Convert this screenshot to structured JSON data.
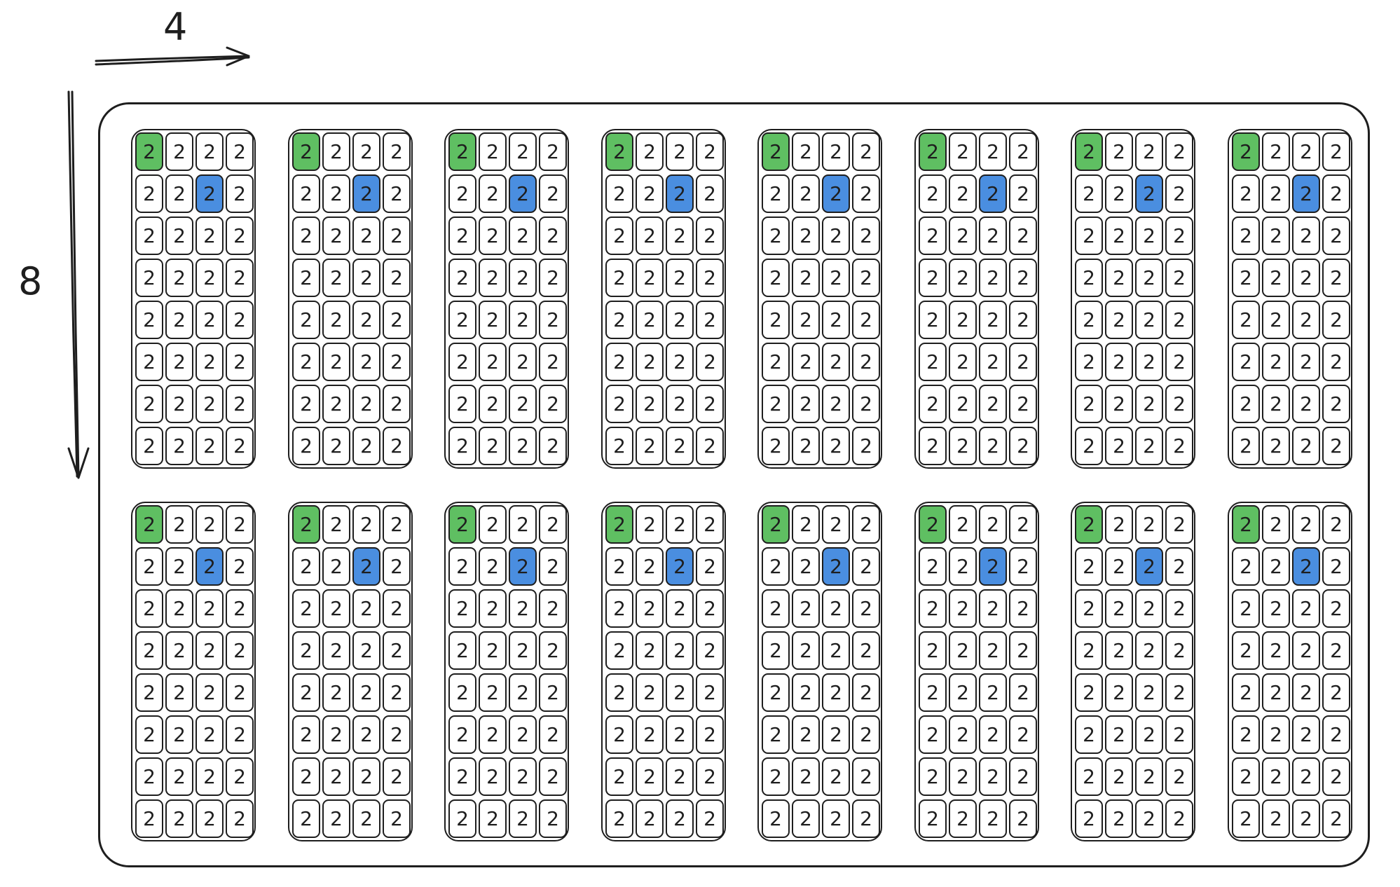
{
  "labels": {
    "columns_count": "4",
    "rows_count": "8"
  },
  "colors": {
    "first_cell": "#5fbf62",
    "highlight_cell": "#4a8ee0",
    "outline": "#1e1e1e"
  },
  "grid": {
    "block_rows": 2,
    "blocks_per_row": 8,
    "cells_per_block_rows": 8,
    "cells_per_block_cols": 4,
    "cell_value": "2",
    "green_cell": {
      "row": 1,
      "col": 1
    },
    "blue_cell": {
      "row": 2,
      "col": 3
    }
  }
}
